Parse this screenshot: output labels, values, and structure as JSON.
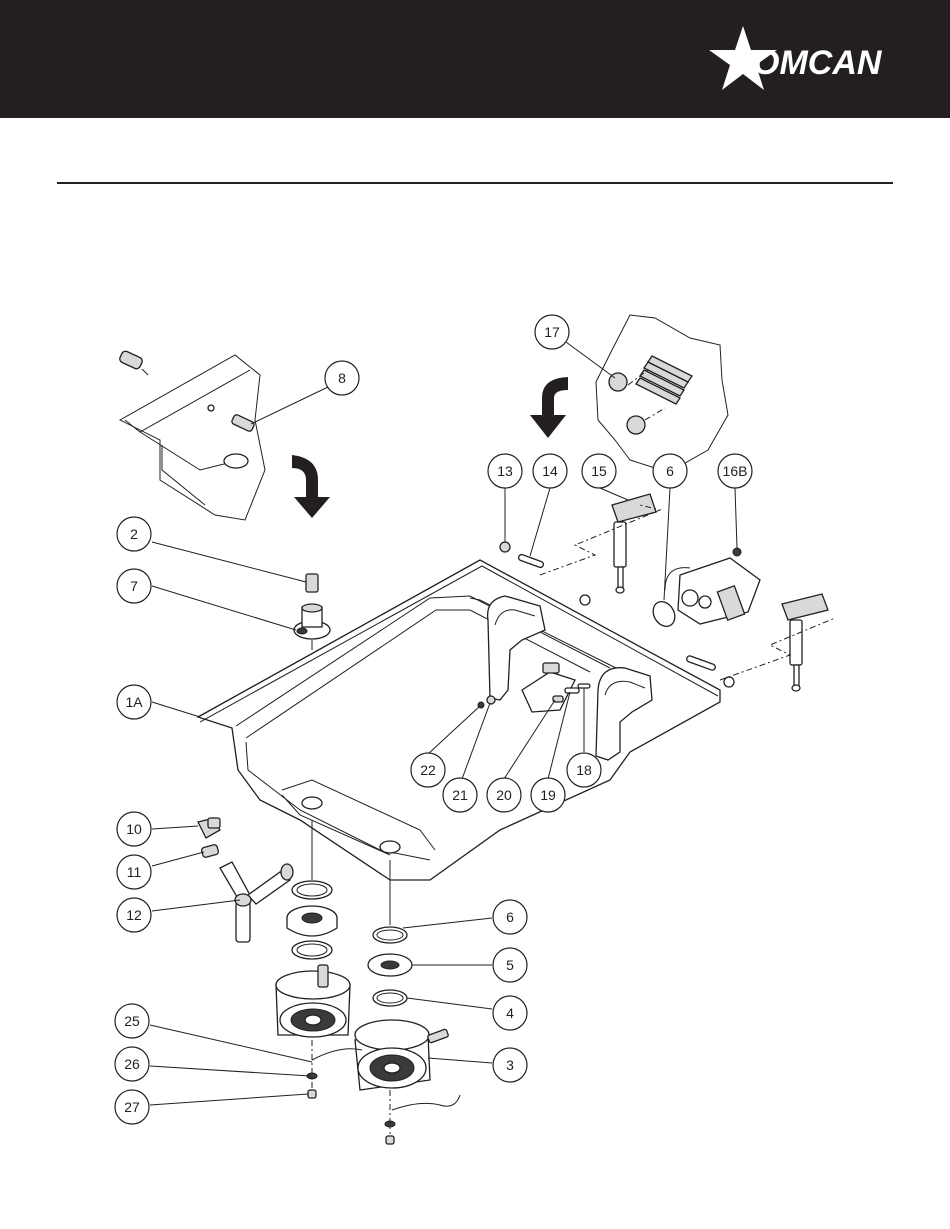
{
  "brand": {
    "name": "OMCAN",
    "header_color": "#231f20",
    "logo_color": "#ffffff"
  },
  "callouts": [
    {
      "id": "c17",
      "label": "17"
    },
    {
      "id": "c8",
      "label": "8"
    },
    {
      "id": "c13",
      "label": "13"
    },
    {
      "id": "c14",
      "label": "14"
    },
    {
      "id": "c15",
      "label": "15"
    },
    {
      "id": "c6a",
      "label": "6"
    },
    {
      "id": "c16b",
      "label": "16B"
    },
    {
      "id": "c2",
      "label": "2"
    },
    {
      "id": "c7",
      "label": "7"
    },
    {
      "id": "c1a",
      "label": "1A"
    },
    {
      "id": "c22",
      "label": "22"
    },
    {
      "id": "c21",
      "label": "21"
    },
    {
      "id": "c20",
      "label": "20"
    },
    {
      "id": "c19",
      "label": "19"
    },
    {
      "id": "c18",
      "label": "18"
    },
    {
      "id": "c10",
      "label": "10"
    },
    {
      "id": "c11",
      "label": "11"
    },
    {
      "id": "c12",
      "label": "12"
    },
    {
      "id": "c6b",
      "label": "6"
    },
    {
      "id": "c5",
      "label": "5"
    },
    {
      "id": "c4",
      "label": "4"
    },
    {
      "id": "c25",
      "label": "25"
    },
    {
      "id": "c3",
      "label": "3"
    },
    {
      "id": "c26",
      "label": "26"
    },
    {
      "id": "c27",
      "label": "27"
    }
  ]
}
